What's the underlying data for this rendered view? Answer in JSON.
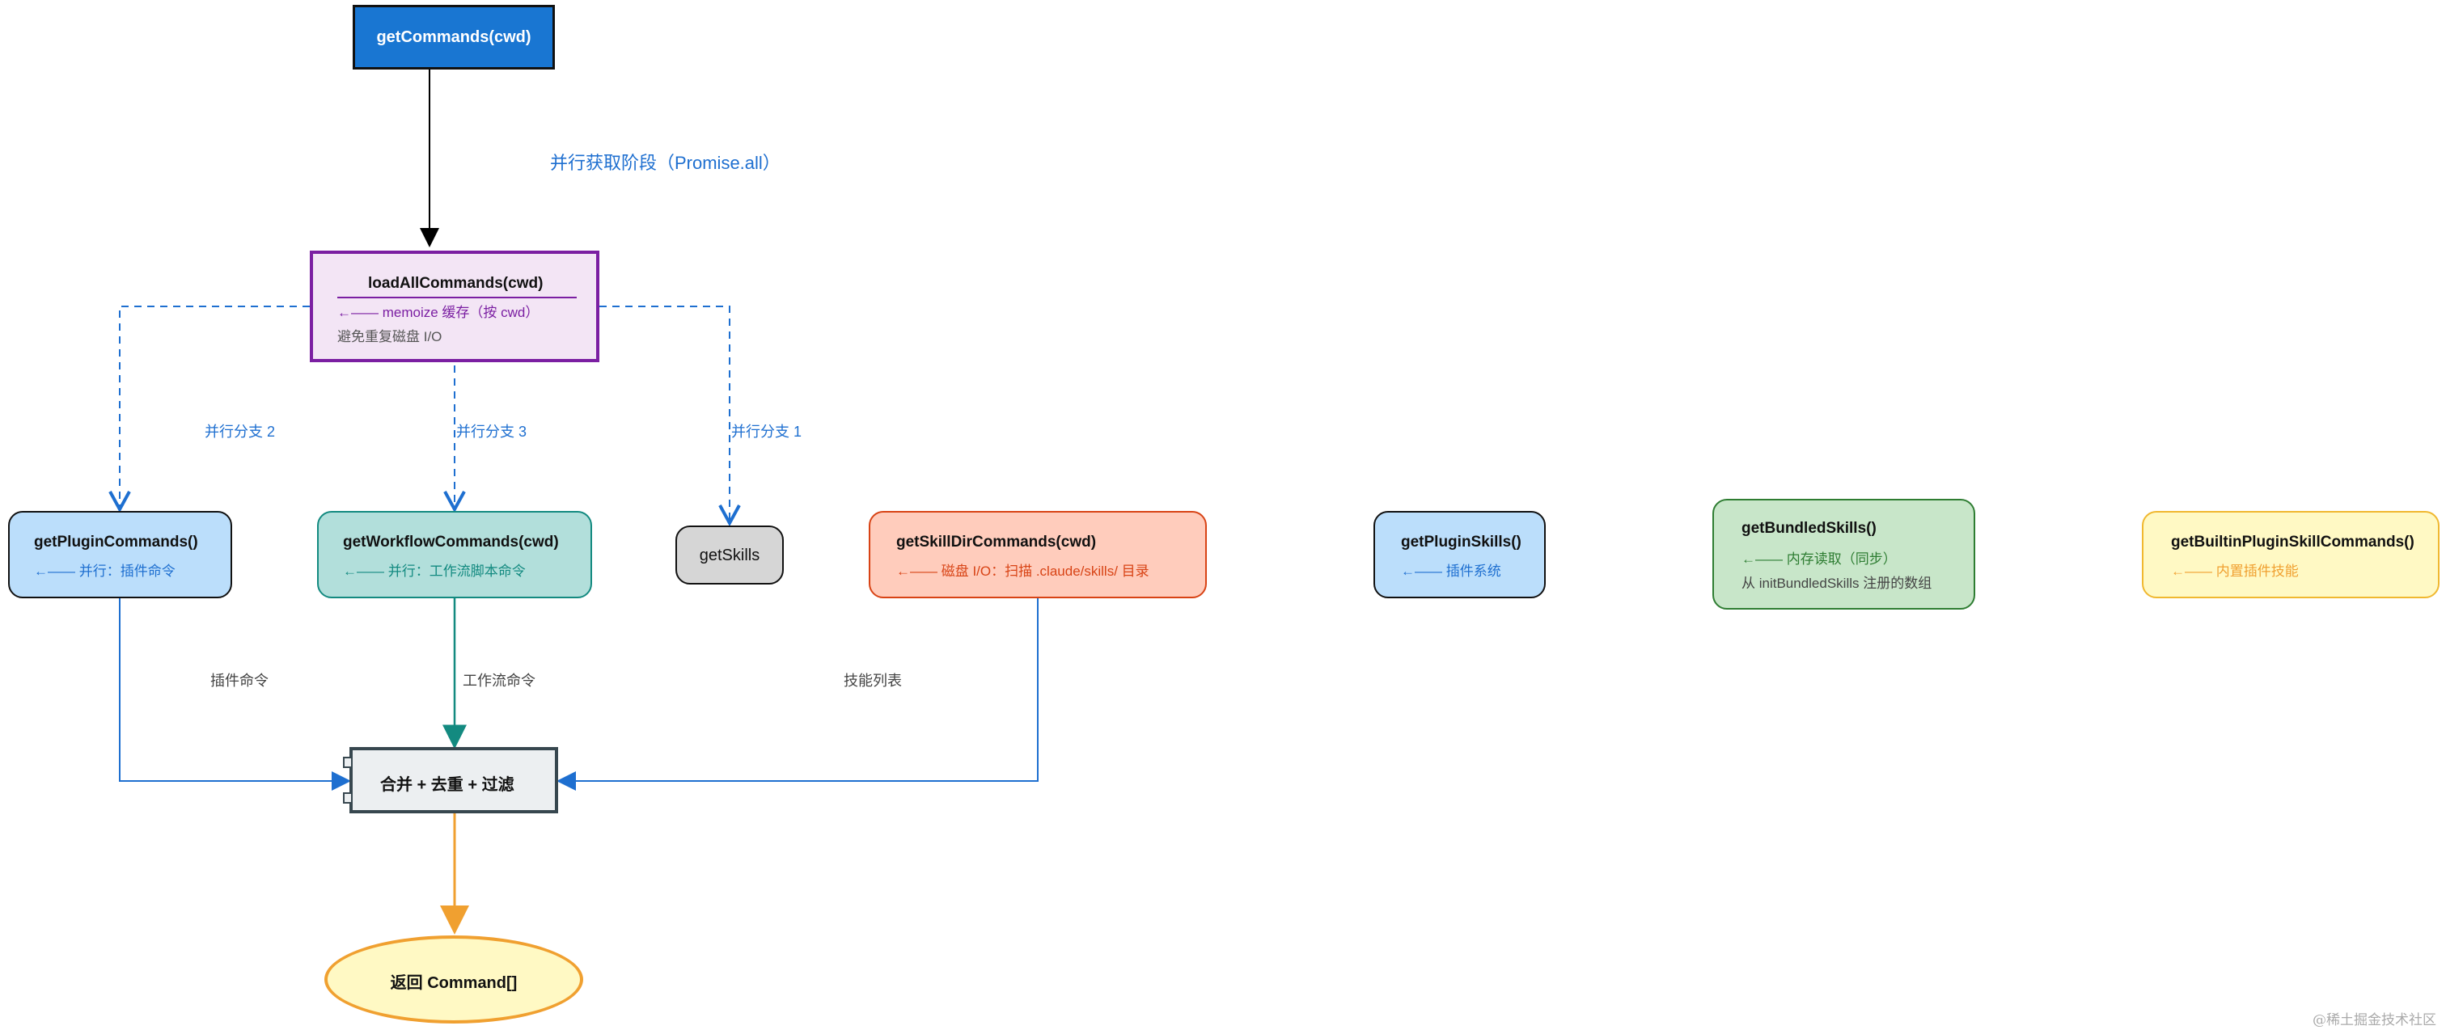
{
  "diagram": {
    "entry": {
      "label": "getCommands(cwd)"
    },
    "phase_label": "并行获取阶段（Promise.all）",
    "load_all": {
      "title": "loadAllCommands(cwd)",
      "memo": "←—— memoize 缓存（按 cwd）",
      "note": "避免重复磁盘 I/O"
    },
    "branches": {
      "b1": "并行分支 1",
      "b2": "并行分支 2",
      "b3": "并行分支 3"
    },
    "plugin_commands": {
      "title": "getPluginCommands()",
      "sub": "←—— 并行：插件命令"
    },
    "workflow_commands": {
      "title": "getWorkflowCommands(cwd)",
      "sub": "←—— 并行：工作流脚本命令"
    },
    "get_skills": {
      "title": "getSkills"
    },
    "skill_dir_commands": {
      "title": "getSkillDirCommands(cwd)",
      "sub": "←—— 磁盘 I/O：扫描 .claude/skills/ 目录"
    },
    "plugin_skills": {
      "title": "getPluginSkills()",
      "sub": "←—— 插件系统"
    },
    "bundled_skills": {
      "title": "getBundledSkills()",
      "sub": "←—— 内存读取（同步）",
      "note": "从 initBundledSkills 注册的数组"
    },
    "builtin_plugin_skill": {
      "title": "getBuiltinPluginSkillCommands()",
      "sub": "←—— 内置插件技能"
    },
    "edge_labels": {
      "plugin": "插件命令",
      "workflow": "工作流命令",
      "skills": "技能列表"
    },
    "merge": {
      "label": "合并 + 去重 + 过滤"
    },
    "result": {
      "label": "返回 Command[]"
    },
    "watermark": "@稀土掘金技术社区"
  },
  "colors": {
    "entry_fill": "#1976d2",
    "purple": "#7b1fa2",
    "blue": "#1e6fd0",
    "teal": "#138a80",
    "orange_red": "#d84315",
    "green": "#2e7d32",
    "amber": "#f0a030"
  }
}
